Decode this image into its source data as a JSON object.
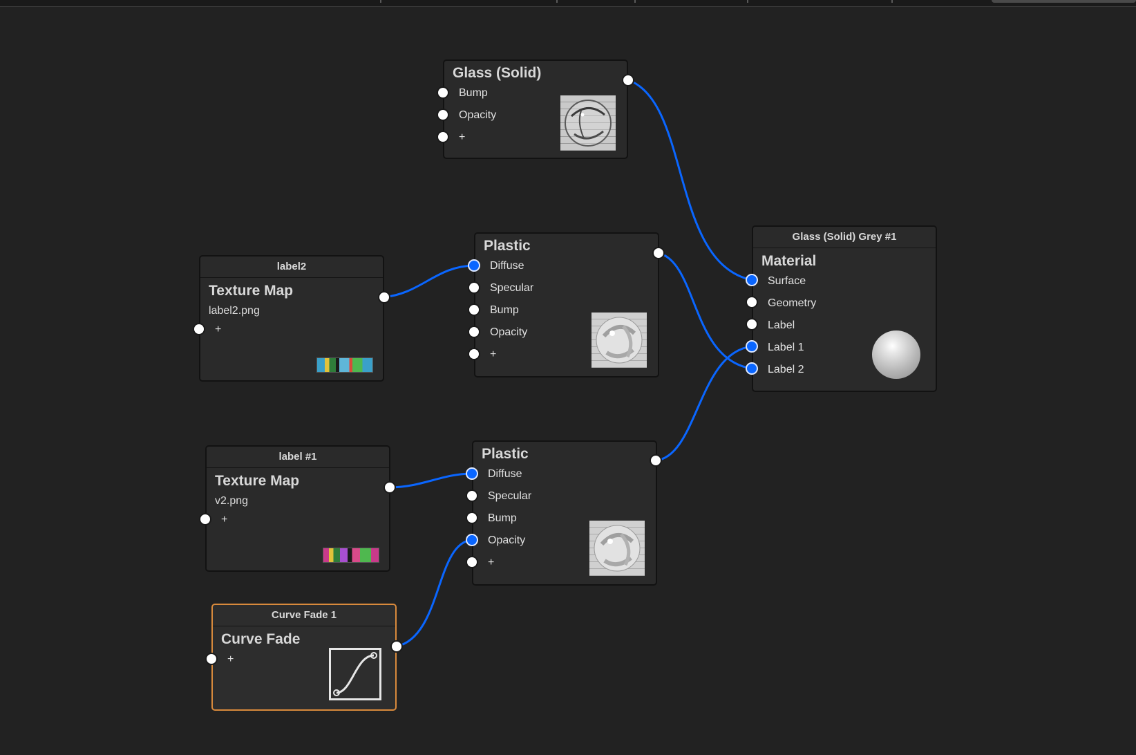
{
  "colors": {
    "background": "#222222",
    "node_fill": "#2a2a2a",
    "wire": "#0a66ff",
    "port_linked": "#0a66ff",
    "port_open": "#ffffff",
    "selected_border": "#d98a3c"
  },
  "nodes": {
    "glass_solid": {
      "title": "Glass (Solid)",
      "inputs": [
        "Bump",
        "Opacity",
        "+"
      ],
      "preview_icon": "glass-sphere-preview-icon"
    },
    "texture_label2": {
      "header": "label2",
      "title": "Texture Map",
      "file": "label2.png",
      "inputs": [
        "+"
      ],
      "preview_icon": "label-texture-thumbnail-icon"
    },
    "plastic_1": {
      "title": "Plastic",
      "inputs": [
        "Diffuse",
        "Specular",
        "Bump",
        "Opacity",
        "+"
      ],
      "preview_icon": "plastic-sphere-preview-icon"
    },
    "material_glass_grey": {
      "header": "Glass (Solid) Grey #1",
      "title": "Material",
      "inputs": [
        "Surface",
        "Geometry",
        "Label",
        "Label 1",
        "Label 2"
      ],
      "preview_icon": "material-sphere-preview-icon"
    },
    "texture_label1": {
      "header": "label #1",
      "title": "Texture Map",
      "file": "v2.png",
      "inputs": [
        "+"
      ],
      "preview_icon": "label-texture-thumbnail-icon"
    },
    "plastic_2": {
      "title": "Plastic",
      "inputs": [
        "Diffuse",
        "Specular",
        "Bump",
        "Opacity",
        "+"
      ],
      "preview_icon": "plastic-sphere-preview-icon"
    },
    "curve_fade": {
      "header": "Curve Fade 1",
      "title": "Curve Fade",
      "inputs": [
        "+"
      ],
      "preview_icon": "s-curve-icon",
      "selected": true
    }
  },
  "connections": [
    {
      "from": "Glass (Solid)",
      "to": "Material.Surface"
    },
    {
      "from": "label2 Texture Map",
      "to": "Plastic.Diffuse"
    },
    {
      "from": "Plastic",
      "to": "Material.Label 2"
    },
    {
      "from": "label #1 Texture Map",
      "to": "Plastic.Diffuse"
    },
    {
      "from": "Plastic",
      "to": "Material.Label 1"
    },
    {
      "from": "Curve Fade 1",
      "to": "Plastic.Opacity"
    }
  ]
}
